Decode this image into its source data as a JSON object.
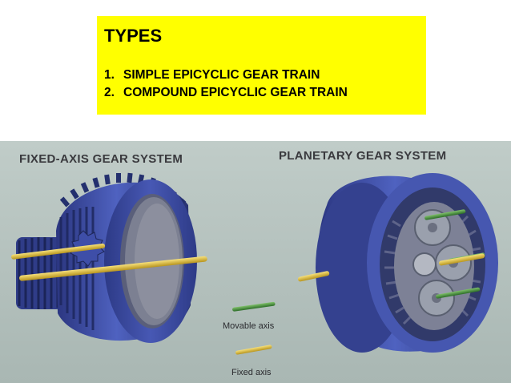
{
  "slide": {
    "heading": "TYPES",
    "items": [
      {
        "number": "1.",
        "text": "SIMPLE EPICYCLIC GEAR TRAIN"
      },
      {
        "number": "2.",
        "text": "COMPOUND EPICYCLIC GEAR TRAIN"
      }
    ],
    "box_color": "#ffff00"
  },
  "figure": {
    "left_title": "FIXED-AXIS GEAR SYSTEM",
    "right_title": "PLANETARY GEAR SYSTEM",
    "legend": {
      "movable_label": "Movable axis",
      "fixed_label": "Fixed axis"
    },
    "colors": {
      "background": "#b3c1bd",
      "gear_blue": "#3f4fa6",
      "gear_dark": "#1e2656",
      "fixed_axis": "#e8c640",
      "movable_axis": "#3f8f3a"
    }
  }
}
